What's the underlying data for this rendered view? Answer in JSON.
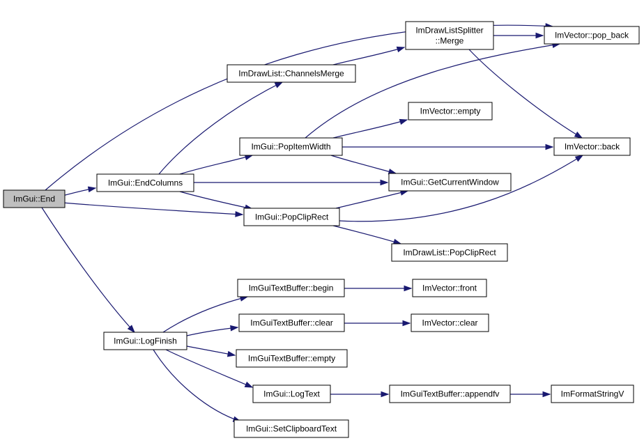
{
  "nodes": [
    {
      "id": "end",
      "lines": [
        "ImGui::End"
      ],
      "root": true
    },
    {
      "id": "endcolumns",
      "lines": [
        "ImGui::EndColumns"
      ]
    },
    {
      "id": "logfinish",
      "lines": [
        "ImGui::LogFinish"
      ]
    },
    {
      "id": "channelsmerge",
      "lines": [
        "ImDrawList::ChannelsMerge"
      ]
    },
    {
      "id": "popitemwidth",
      "lines": [
        "ImGui::PopItemWidth"
      ]
    },
    {
      "id": "popcliprect_gui",
      "lines": [
        "ImGui::PopClipRect"
      ]
    },
    {
      "id": "splitter_merge",
      "lines": [
        "ImDrawListSplitter",
        "::Merge"
      ]
    },
    {
      "id": "vec_empty",
      "lines": [
        "ImVector::empty"
      ]
    },
    {
      "id": "getcurrentwindow",
      "lines": [
        "ImGui::GetCurrentWindow"
      ]
    },
    {
      "id": "dl_popcliprect",
      "lines": [
        "ImDrawList::PopClipRect"
      ]
    },
    {
      "id": "vec_popback",
      "lines": [
        "ImVector::pop_back"
      ]
    },
    {
      "id": "vec_back",
      "lines": [
        "ImVector::back"
      ]
    },
    {
      "id": "tb_begin",
      "lines": [
        "ImGuiTextBuffer::begin"
      ]
    },
    {
      "id": "tb_clear",
      "lines": [
        "ImGuiTextBuffer::clear"
      ]
    },
    {
      "id": "tb_empty",
      "lines": [
        "ImGuiTextBuffer::empty"
      ]
    },
    {
      "id": "logtext",
      "lines": [
        "ImGui::LogText"
      ]
    },
    {
      "id": "setclipboard",
      "lines": [
        "ImGui::SetClipboardText"
      ]
    },
    {
      "id": "vec_front",
      "lines": [
        "ImVector::front"
      ]
    },
    {
      "id": "vec_clear",
      "lines": [
        "ImVector::clear"
      ]
    },
    {
      "id": "tb_appendfv",
      "lines": [
        "ImGuiTextBuffer::appendfv"
      ]
    },
    {
      "id": "formatstringv",
      "lines": [
        "ImFormatStringV"
      ]
    }
  ],
  "edges": [
    {
      "from": "end",
      "to": "vec_popback"
    },
    {
      "from": "end",
      "to": "endcolumns"
    },
    {
      "from": "end",
      "to": "popcliprect_gui"
    },
    {
      "from": "end",
      "to": "logfinish"
    },
    {
      "from": "endcolumns",
      "to": "channelsmerge"
    },
    {
      "from": "endcolumns",
      "to": "popitemwidth"
    },
    {
      "from": "endcolumns",
      "to": "getcurrentwindow"
    },
    {
      "from": "endcolumns",
      "to": "popcliprect_gui"
    },
    {
      "from": "channelsmerge",
      "to": "splitter_merge"
    },
    {
      "from": "splitter_merge",
      "to": "vec_popback"
    },
    {
      "from": "splitter_merge",
      "to": "vec_back"
    },
    {
      "from": "popitemwidth",
      "to": "vec_popback"
    },
    {
      "from": "popitemwidth",
      "to": "vec_empty"
    },
    {
      "from": "popitemwidth",
      "to": "vec_back"
    },
    {
      "from": "popitemwidth",
      "to": "getcurrentwindow"
    },
    {
      "from": "popcliprect_gui",
      "to": "getcurrentwindow"
    },
    {
      "from": "popcliprect_gui",
      "to": "vec_back"
    },
    {
      "from": "popcliprect_gui",
      "to": "dl_popcliprect"
    },
    {
      "from": "logfinish",
      "to": "tb_begin"
    },
    {
      "from": "logfinish",
      "to": "tb_clear"
    },
    {
      "from": "logfinish",
      "to": "tb_empty"
    },
    {
      "from": "logfinish",
      "to": "logtext"
    },
    {
      "from": "logfinish",
      "to": "setclipboard"
    },
    {
      "from": "tb_begin",
      "to": "vec_front"
    },
    {
      "from": "tb_clear",
      "to": "vec_clear"
    },
    {
      "from": "logtext",
      "to": "tb_appendfv"
    },
    {
      "from": "tb_appendfv",
      "to": "formatstringv"
    }
  ],
  "colors": {
    "edge": "#191970",
    "root_fill": "#bfbfbf",
    "node_fill": "#ffffff",
    "node_border": "#000000"
  }
}
